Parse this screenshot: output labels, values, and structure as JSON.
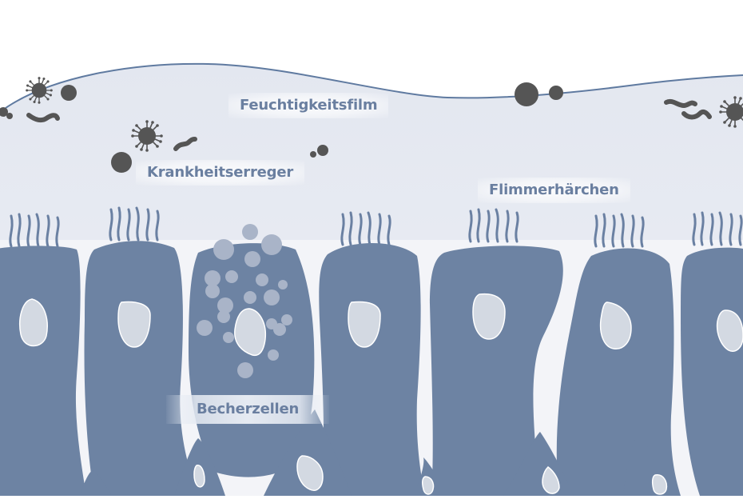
{
  "figure": {
    "type": "biology illustration",
    "subject": "respiratory epithelium (cross-section)",
    "colors": {
      "background": "#ffffff",
      "mucus_film": "#e6e9f2",
      "tissue_gap": "#f3f4f8",
      "film_outline": "#5f7aa0",
      "cell_fill": "#6d83a3",
      "nucleus_fill": "#d3d9e2",
      "nucleus_outline": "#ffffff",
      "vesicle_fill": "#a9b4c8",
      "pathogen_fill": "#555555",
      "label_text": "#6a7fa0"
    }
  },
  "labels": {
    "moisture_film": "Feuchtigkeitsfilm",
    "pathogens": "Krankheitserreger",
    "cilia": "Flimmerhärchen",
    "goblet_cells": "Becherzellen"
  },
  "legend_items": [
    {
      "term": "Feuchtigkeitsfilm",
      "meaning": "mucus / moisture film"
    },
    {
      "term": "Krankheitserreger",
      "meaning": "pathogens (viruses, bacteria)"
    },
    {
      "term": "Flimmerhärchen",
      "meaning": "cilia"
    },
    {
      "term": "Becherzellen",
      "meaning": "goblet cells"
    }
  ]
}
